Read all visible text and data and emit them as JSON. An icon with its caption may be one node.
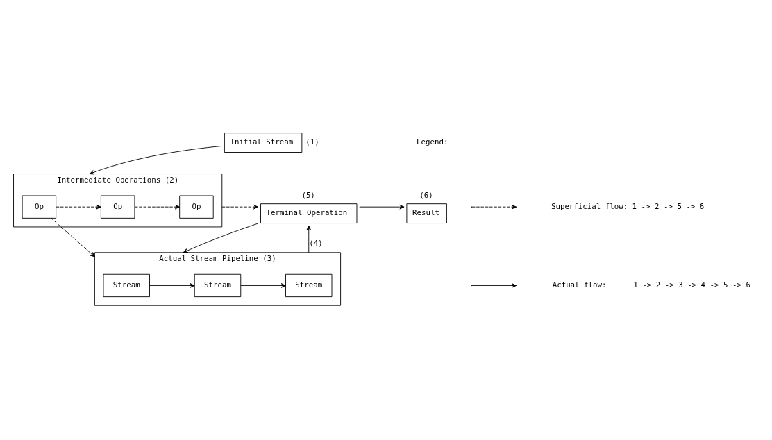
{
  "diagram": {
    "nodes": [
      {
        "text": [
          "Initial Stream"
        ],
        "beside": [
          "(1)"
        ]
      },
      {
        "text": [
          "Intermediate Operations (2)"
        ]
      },
      {
        "text": [
          "Op"
        ],
        "in": 1
      },
      {
        "text": [
          "Op"
        ],
        "in": 1
      },
      {
        "text": [
          "Op"
        ],
        "in": 1
      },
      {
        "text": [
          "Terminal Operation"
        ],
        "beside": [
          "(5)"
        ]
      },
      {
        "text": [
          "Result"
        ],
        "beside": [
          "(6)"
        ]
      },
      {
        "text": [
          "Actual Stream Pipeline (3)"
        ]
      },
      {
        "text": [
          "Stream"
        ],
        "in": 7
      },
      {
        "text": [
          "Stream"
        ],
        "in": 7
      },
      {
        "text": [
          "Stream"
        ],
        "in": 7
      }
    ],
    "edges": [
      {
        "from": 0,
        "to": 1,
        "arrow": "to"
      },
      {
        "from": 2,
        "to": 3,
        "arrow": "to",
        "style": "dashed"
      },
      {
        "from": 3,
        "to": 4,
        "arrow": "to",
        "style": "dashed"
      },
      {
        "from": 1,
        "to": 5,
        "arrow": "to",
        "style": "dashed"
      },
      {
        "from": 5,
        "to": 6,
        "arrow": "to"
      },
      {
        "from": 2,
        "to": 7,
        "arrow": "to",
        "style": "dashed"
      },
      {
        "from": 5,
        "to": 7,
        "arrow": "to"
      },
      {
        "from": 8,
        "to": 9,
        "arrow": "to"
      },
      {
        "from": 9,
        "to": 10,
        "arrow": "to"
      },
      {
        "from": 7,
        "to": 5,
        "arrow": "to",
        "label": "(4)"
      }
    ],
    "labels": [
      "Legend:"
    ],
    "legend": [
      {
        "text": "Superficial flow: 1 -> 2 -> 5 -> 6"
      },
      {
        "text": "Actual flow:      1 -> 2 -> 3 -> 4 -> 5 -> 6"
      }
    ]
  }
}
